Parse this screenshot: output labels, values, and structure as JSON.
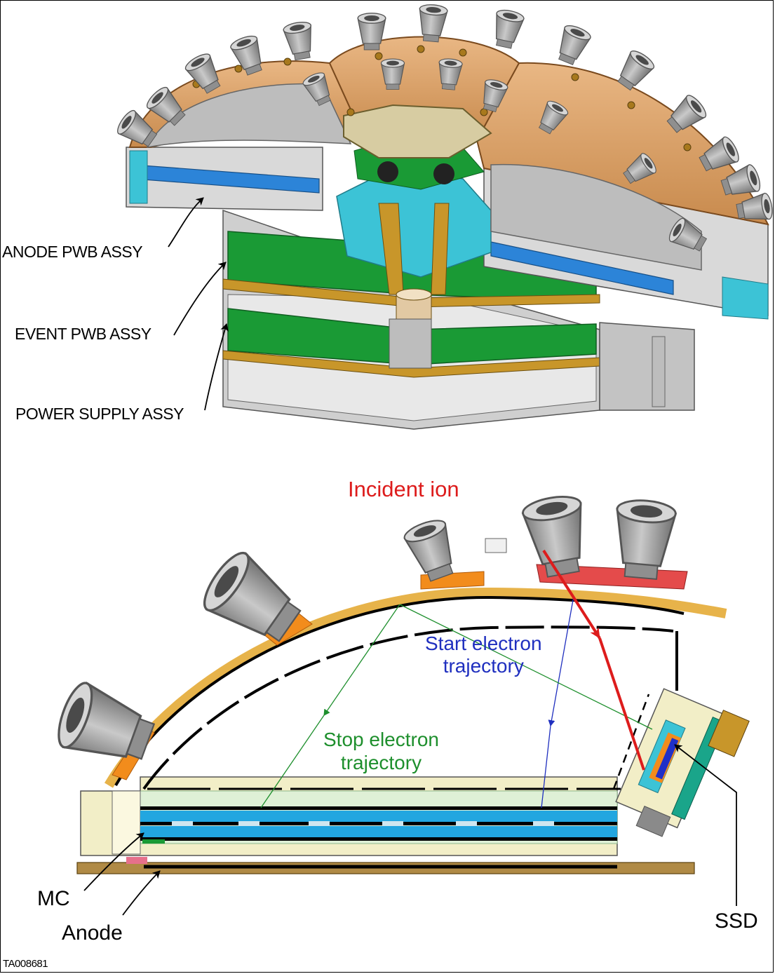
{
  "colors": {
    "copper": "#d99a55",
    "copper_light": "#e7b37a",
    "gold": "#c8962a",
    "tan": "#e9deaa",
    "pcb_green": "#1a9a35",
    "cyan": "#3cc3d6",
    "blue": "#2c84d8",
    "grey": "#9a9a9a",
    "grey_light": "#c9c9c9",
    "incident_red": "#dd1c1c",
    "start_blue": "#1f2fbf",
    "stop_green": "#1e8f2d"
  },
  "icons": {
    "arrow": "arrow-icon",
    "connector": "connector-icon"
  },
  "top_view": {
    "labels": {
      "anode": "ANODE PWB ASSY",
      "event": "EVENT PWB ASSY",
      "power": "POWER SUPPLY ASSY"
    }
  },
  "cross_section": {
    "incident": "Incident ion",
    "start_line1": "Start electron",
    "start_line2": "trajectory",
    "stop_line1": "Stop electron",
    "stop_line2": "trajectory",
    "mc": "MC",
    "anode": "Anode",
    "ssd": "SSD"
  },
  "figure_id": "TA008681"
}
